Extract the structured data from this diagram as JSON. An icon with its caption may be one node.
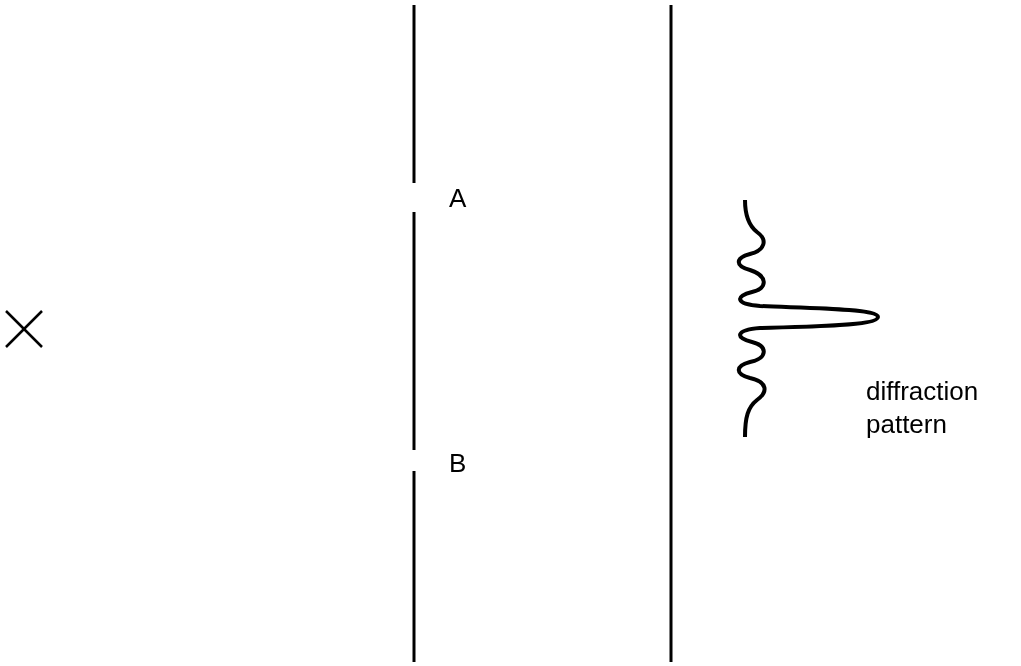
{
  "diagram": {
    "labels": [
      "A",
      "B",
      "diffraction pattern"
    ]
  }
}
